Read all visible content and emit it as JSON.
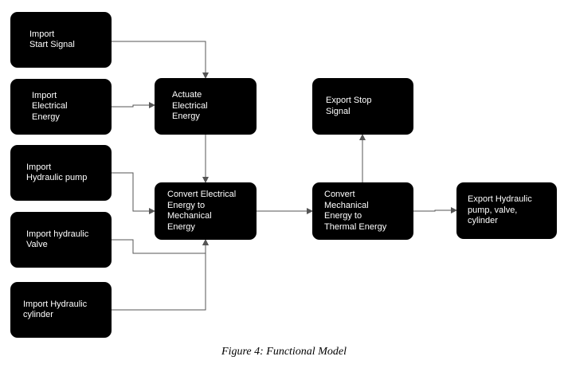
{
  "figure": {
    "caption": "Figure 4: Functional Model"
  },
  "nodes": {
    "import_start_signal": "Import\nStart Signal",
    "import_electrical_energy": "Import\nElectrical\nEnergy",
    "import_hydraulic_pump": "Import\nHydraulic pump",
    "import_hydraulic_valve": "Import hydraulic\nValve",
    "import_hydraulic_cylinder": "Import Hydraulic\ncylinder",
    "actuate_electrical_energy": "Actuate\nElectrical\nEnergy",
    "convert_electrical_to_mechanical": "Convert Electrical\nEnergy to\nMechanical\nEnergy",
    "convert_mechanical_to_thermal": "Convert\nMechanical\nEnergy to\nThermal Energy",
    "export_stop_signal": "Export Stop\nSignal",
    "export_hydraulic": "Export Hydraulic\npump, valve,\ncylinder"
  },
  "colors": {
    "node_fill": "#000000",
    "node_text": "#ffffff",
    "connector": "#555555",
    "background": "#ffffff"
  }
}
